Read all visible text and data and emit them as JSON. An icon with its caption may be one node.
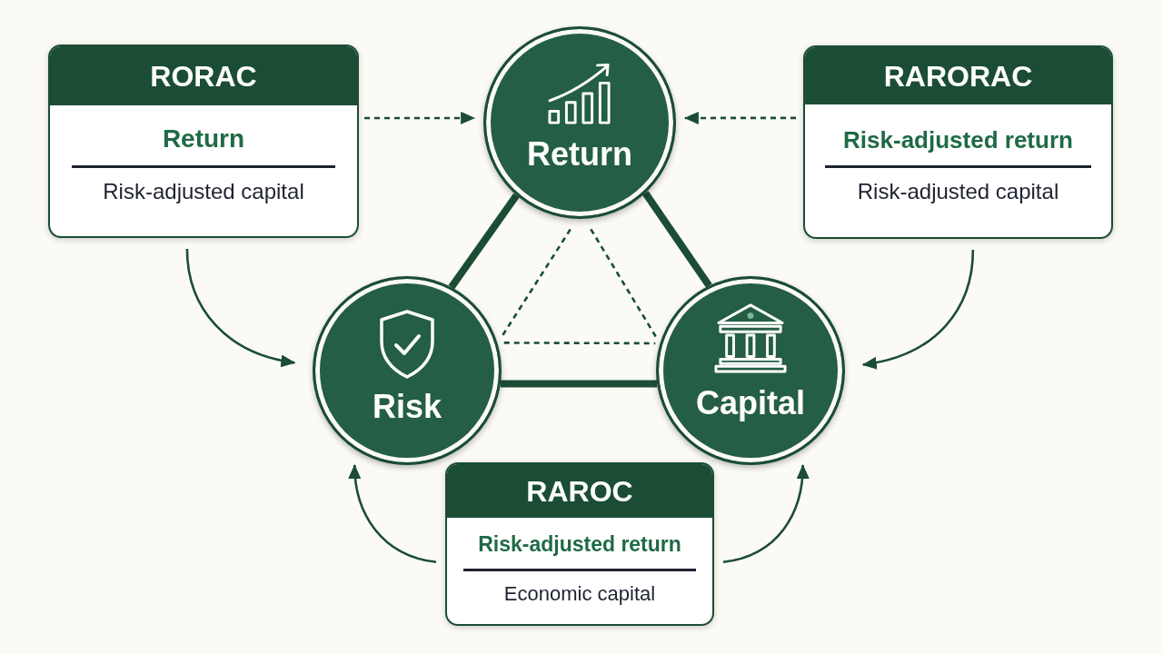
{
  "diagram": {
    "nodes": [
      {
        "text": [
          "RORAC",
          "Return",
          "Risk-adjusted capital"
        ]
      },
      {
        "text": [
          "Return"
        ]
      },
      {
        "text": [
          "RARORAC",
          "Risk-adjusted return",
          "Risk-adjusted capital"
        ]
      },
      {
        "text": [
          "Risk"
        ]
      },
      {
        "text": [
          "Capital"
        ]
      },
      {
        "text": [
          "RAROC",
          "Risk-adjusted return",
          "Economic capital"
        ]
      }
    ],
    "edges": [
      {
        "from": 0,
        "to": 1,
        "arrow": "to",
        "style": "dashed"
      },
      {
        "from": 2,
        "to": 1,
        "arrow": "to",
        "style": "dashed"
      },
      {
        "from": 1,
        "to": 3,
        "arrow": "none",
        "style": "thick"
      },
      {
        "from": 1,
        "to": 4,
        "arrow": "none",
        "style": "thick"
      },
      {
        "from": 3,
        "to": 4,
        "arrow": "none",
        "style": "thick"
      },
      {
        "from": 1,
        "to": 3,
        "arrow": "none",
        "style": "dashed"
      },
      {
        "from": 1,
        "to": 4,
        "arrow": "none",
        "style": "dashed"
      },
      {
        "from": 3,
        "to": 4,
        "arrow": "none",
        "style": "dashed"
      },
      {
        "from": 0,
        "to": 3,
        "arrow": "to"
      },
      {
        "from": 2,
        "to": 4,
        "arrow": "to"
      },
      {
        "from": 5,
        "to": 3,
        "arrow": "to"
      },
      {
        "from": 5,
        "to": 4,
        "arrow": "to"
      }
    ]
  }
}
